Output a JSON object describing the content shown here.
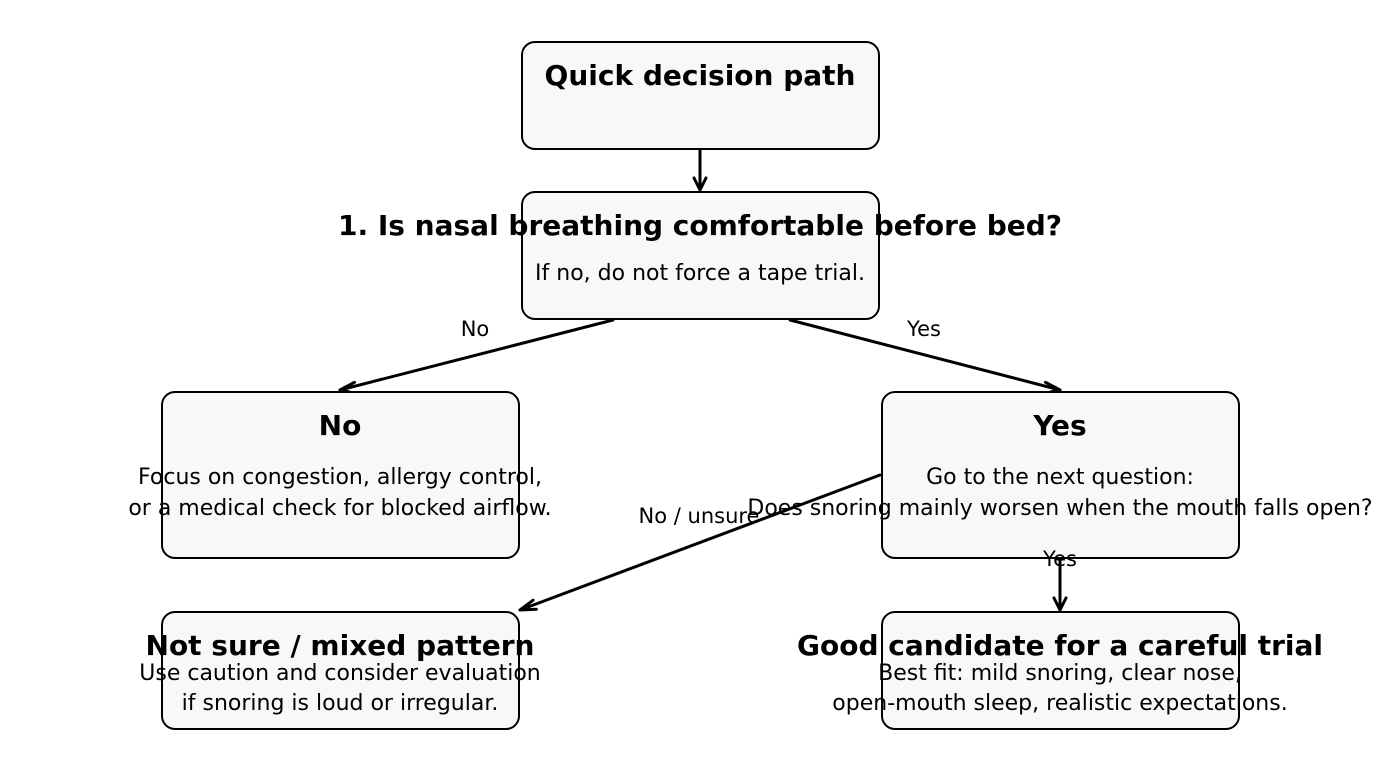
{
  "colors": {
    "box_fill": "#f8f8f8",
    "stroke": "#000000",
    "background": "#ffffff",
    "text": "#000000"
  },
  "nodes": {
    "start": {
      "title": "Quick decision path"
    },
    "q1": {
      "title": "1. Is nasal breathing comfortable before bed?",
      "body": [
        "If no, do not force a tape trial."
      ]
    },
    "no": {
      "title": "No",
      "body": [
        "Focus on congestion, allergy control,",
        "or a medical check for blocked airflow."
      ]
    },
    "yes": {
      "title": "Yes",
      "body": [
        "Go to the next question:",
        "Does snoring mainly worsen when the mouth falls open?"
      ]
    },
    "mixed": {
      "title": "Not sure / mixed pattern",
      "body": [
        "Use caution and consider evaluation",
        "if snoring is loud or irregular."
      ]
    },
    "good": {
      "title": "Good candidate for a careful trial",
      "body": [
        "Best fit: mild snoring, clear nose,",
        "open-mouth sleep, realistic expectations."
      ]
    }
  },
  "edges": {
    "q1_to_no": "No",
    "q1_to_yes": "Yes",
    "yes_to_mixed": "No / unsure",
    "yes_to_good": "Yes"
  }
}
